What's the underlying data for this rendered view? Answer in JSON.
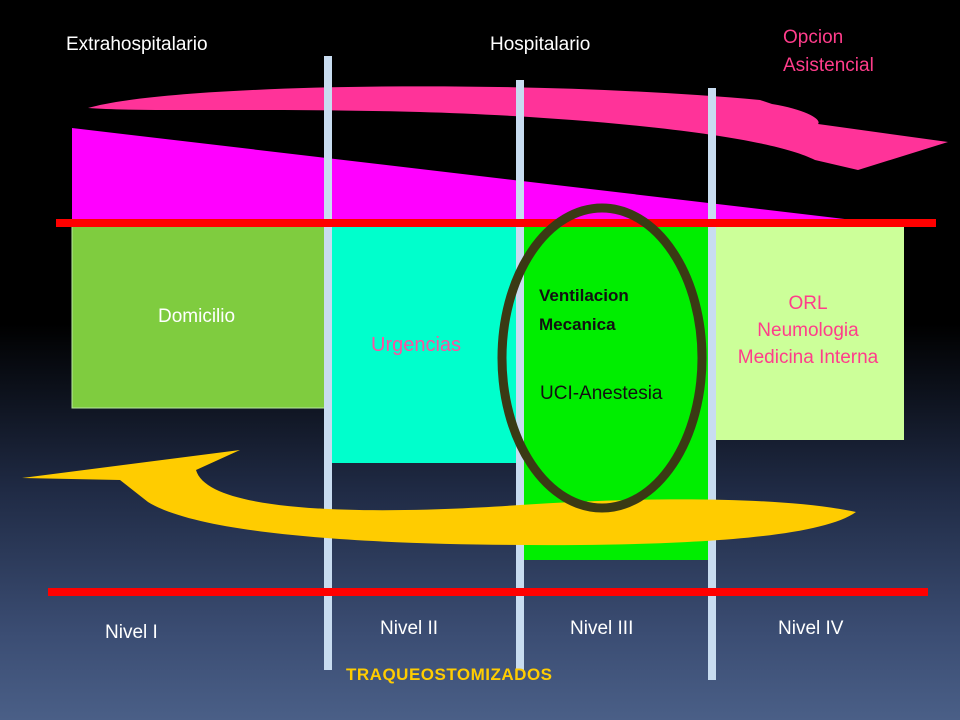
{
  "header": {
    "left_label": "Extrahospitalario",
    "center_label": "Hospitalario",
    "option_label_line1": "Opcion",
    "option_label_line2": "Asistencial"
  },
  "boxes": {
    "domicilio": "Domicilio",
    "urgencias": "Urgencias",
    "ventilacion_line1": "Ventilacion",
    "ventilacion_line2": "Mecanica",
    "uci": "UCI-Anestesia",
    "orl_line1": "ORL",
    "orl_line2": "Neumologia",
    "orl_line3": "Medicina Interna"
  },
  "levels": {
    "nivel1": "Nivel I",
    "nivel2": "Nivel II",
    "nivel3": "Nivel III",
    "nivel4": "Nivel IV"
  },
  "footer": {
    "title": "TRAQUEOSTOMIZADOS"
  },
  "colors": {
    "magenta_band": "#ff00ff",
    "pink_arrow": "#ff3399",
    "yellow_arrow": "#ffcc00",
    "domicilio_box": "#7fcc3f",
    "urgencias_box": "#00ffcc",
    "uci_box": "#00ee00",
    "orl_box": "#ccff99",
    "red_line": "#ff0000",
    "divider": "#c8dcf0",
    "ellipse": "#3a3a14",
    "option_text": "#ff3d8b",
    "footer_text": "#ffcc00"
  }
}
